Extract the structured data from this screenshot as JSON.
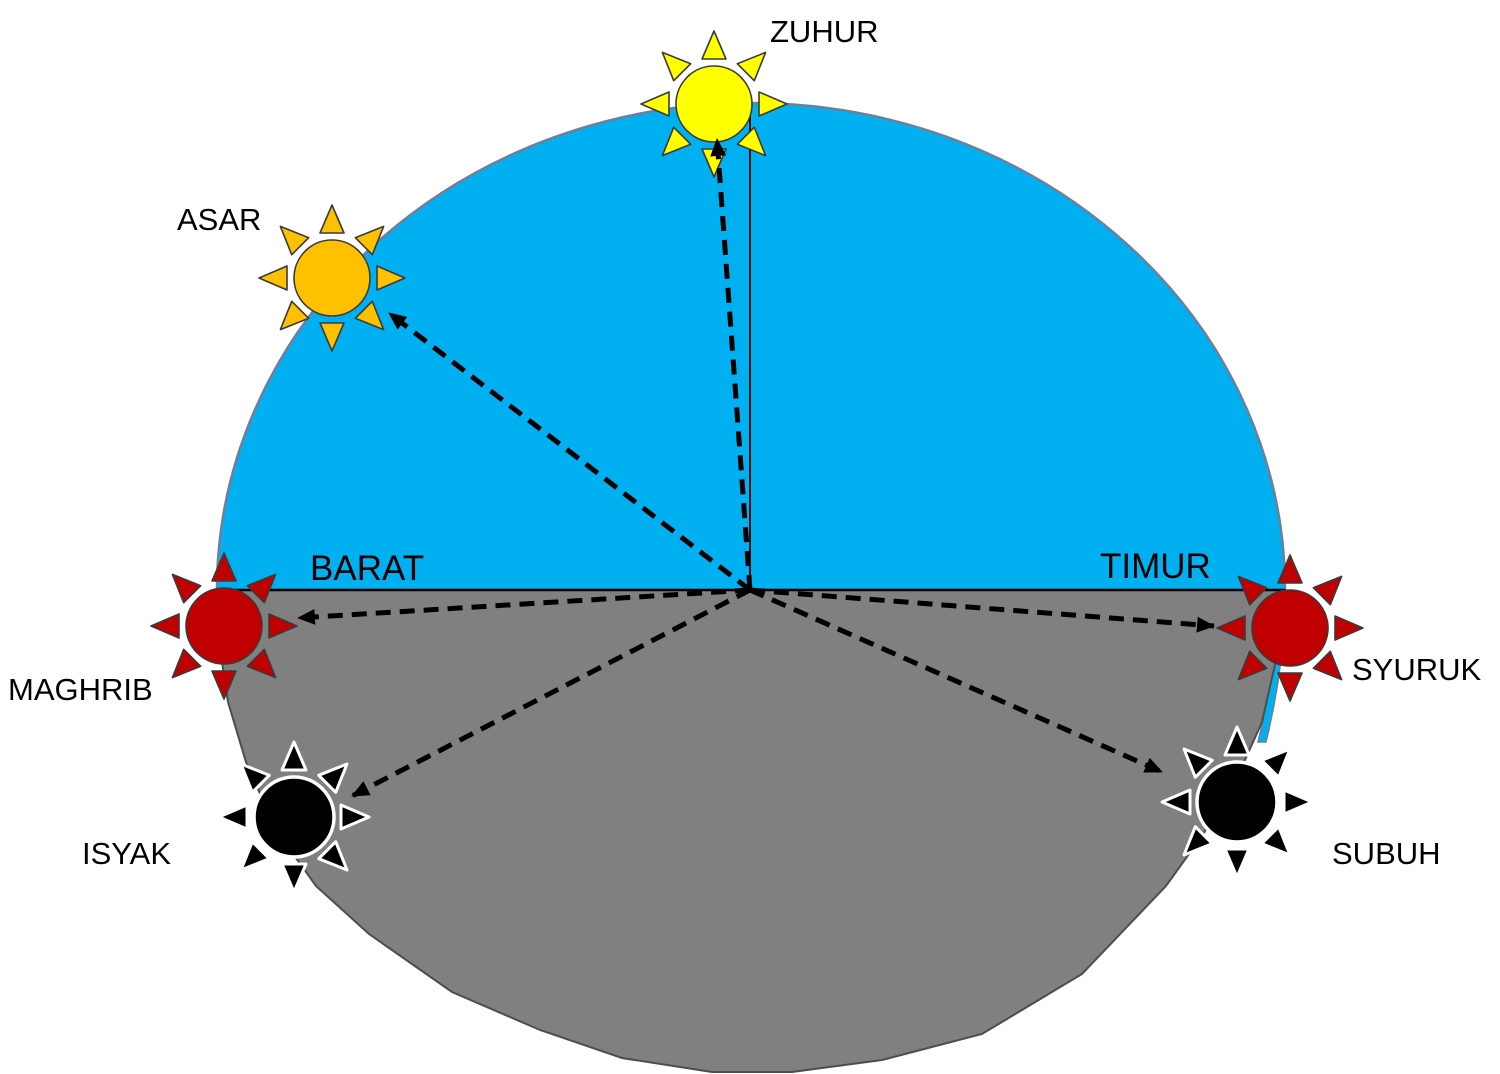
{
  "diagram": {
    "directions": {
      "west": "BARAT",
      "east": "TIMUR"
    },
    "sky_color": "#00B0F0",
    "ground_color": "#808080",
    "suns": [
      {
        "id": "zuhur",
        "label": "ZUHUR",
        "color": "#FFFF00"
      },
      {
        "id": "asar",
        "label": "ASAR",
        "color": "#FFC000"
      },
      {
        "id": "maghrib",
        "label": "MAGHRIB",
        "color": "#C00000"
      },
      {
        "id": "syuruk",
        "label": "SYURUK",
        "color": "#C00000"
      },
      {
        "id": "isyak",
        "label": "ISYAK",
        "color": "#000000"
      },
      {
        "id": "subuh",
        "label": "SUBUH",
        "color": "#000000"
      }
    ]
  }
}
